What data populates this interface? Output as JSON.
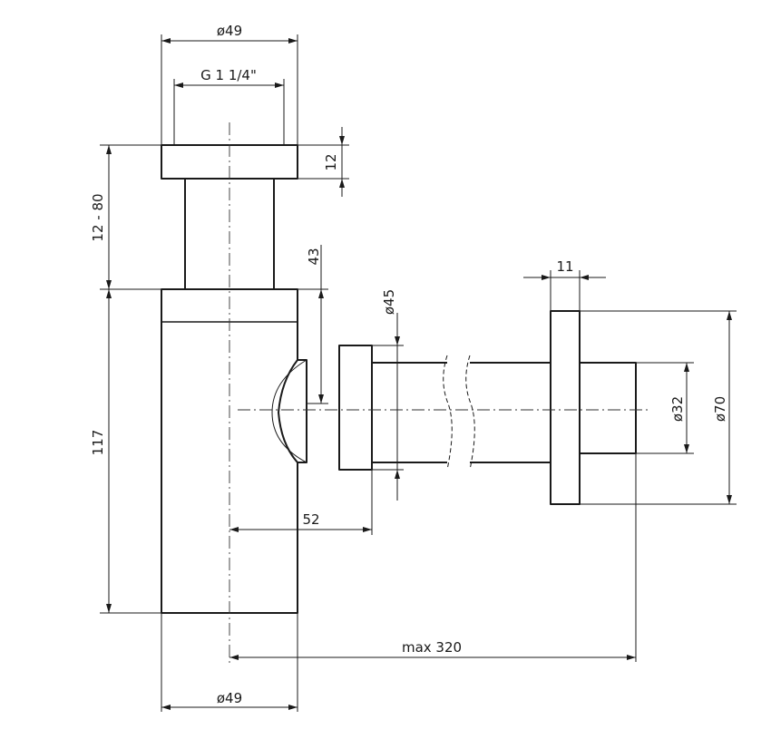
{
  "dimensions": {
    "top_outer_diameter": "ø49",
    "thread": "G 1 1/4\"",
    "flange_thickness": "12",
    "adjustable_height": "12 - 80",
    "outlet_height": "43",
    "outlet_nut_diameter": "ø45",
    "wall_flange_thickness": "11",
    "wall_pipe_diameter": "ø32",
    "wall_flange_diameter": "ø70",
    "body_height": "117",
    "outlet_offset": "52",
    "max_length": "max 320",
    "bottom_diameter": "ø49"
  },
  "colors": {
    "line": "#1a1a1a",
    "background": "#ffffff"
  }
}
